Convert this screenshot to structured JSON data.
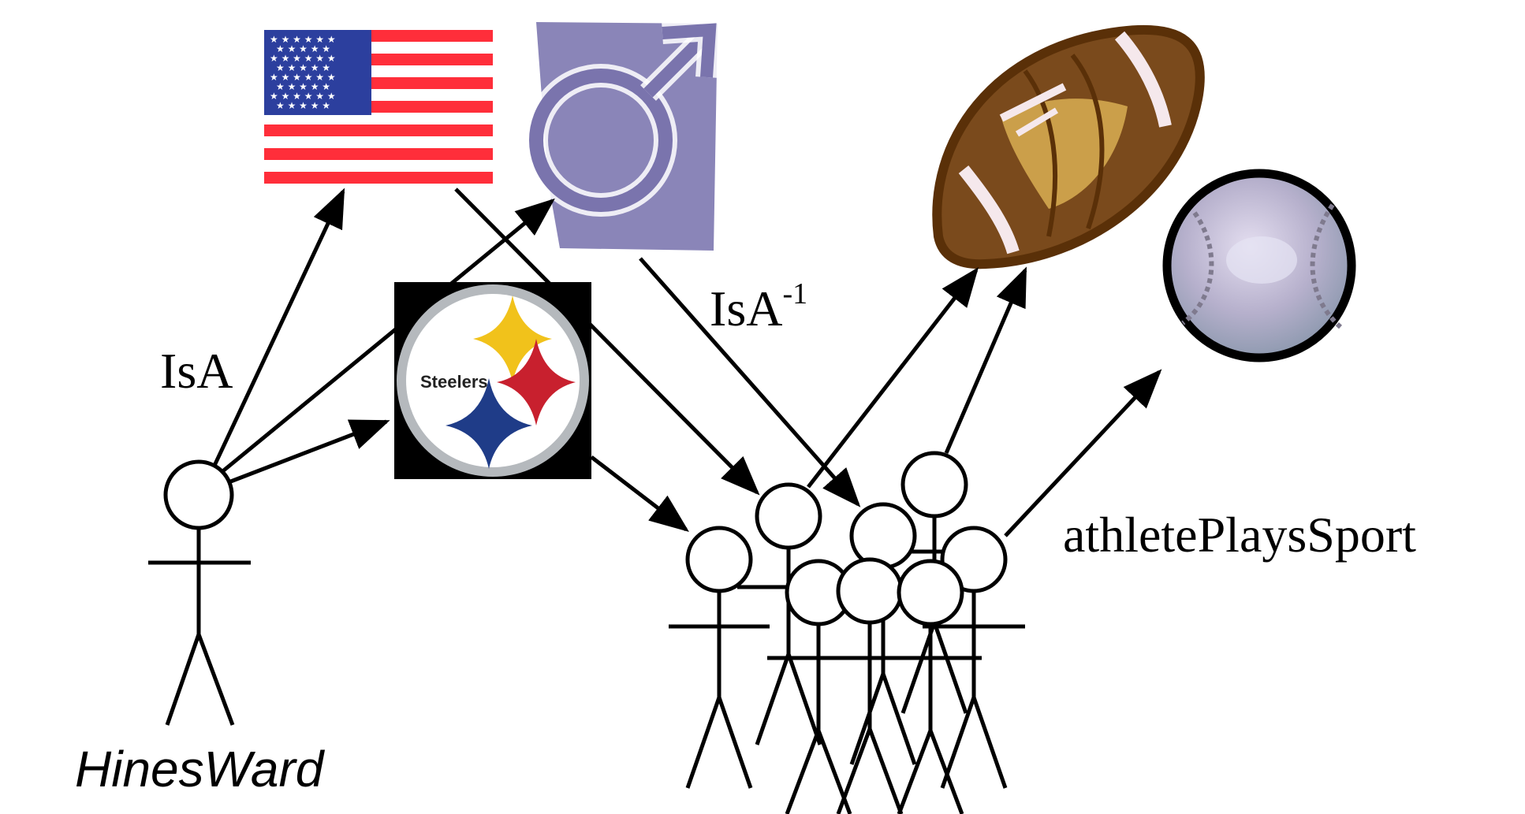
{
  "labels": {
    "isa": "IsA",
    "isa_inv_base": "IsA",
    "isa_inv_sup": "-1",
    "athlete_plays_sport": "athletePlaysSport",
    "hines_ward": "HinesWard"
  },
  "logo": {
    "team_word": "Steelers"
  },
  "icons": [
    "usa-flag-icon",
    "male-symbol-icon",
    "steelers-logo-icon",
    "football-icon",
    "baseball-icon"
  ],
  "colors": {
    "flag_red": "#ff2e3a",
    "flag_blue": "#2c3f9e",
    "male_bg": "#8a85b8",
    "football_brown": "#7a4a1c",
    "football_dark": "#5a3008",
    "baseball_fill": "#b9b3cf",
    "steelers_yellow": "#f1c21b",
    "steelers_red": "#c8202e",
    "steelers_blue": "#1f3c88"
  }
}
